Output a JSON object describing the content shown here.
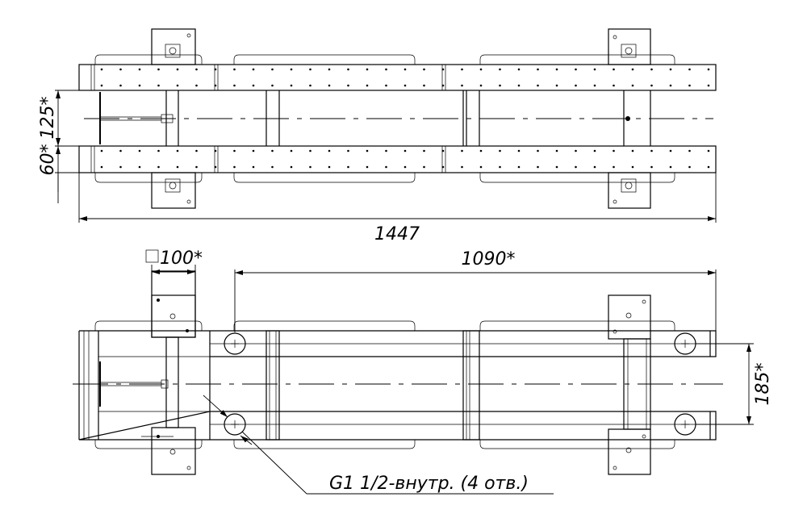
{
  "dimensions": {
    "d125": "125*",
    "d60": "60*",
    "d1447": "1447",
    "d100": "100*",
    "d1090": "1090*",
    "d185": "185*"
  },
  "callout": {
    "note": "G1 1/2-внутр. (4 отв.)"
  }
}
